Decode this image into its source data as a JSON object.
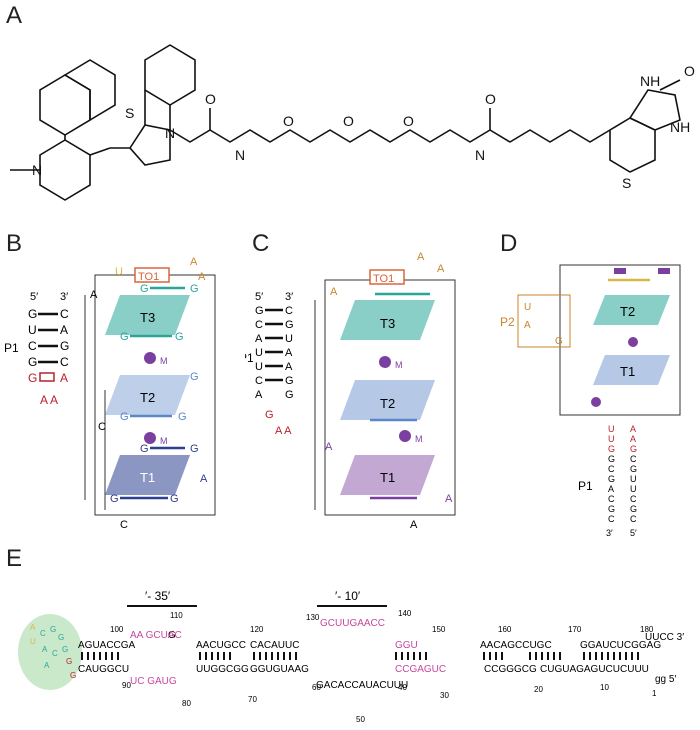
{
  "panels": {
    "a": {
      "label": "A"
    },
    "b": {
      "label": "B",
      "p1": "P1",
      "five": "5′",
      "three": "3′",
      "left": [
        "G",
        "U",
        "C",
        "G",
        "G"
      ],
      "right": [
        "C",
        "A",
        "G",
        "C",
        "A"
      ],
      "tiers": [
        "T3",
        "T2",
        "T1"
      ],
      "ions": [
        "M",
        "M"
      ],
      "to1": "TO1",
      "letters": {
        "u15": "U",
        "a20": "A",
        "a25": "A",
        "a11": "A",
        "c17": "C",
        "a7": "A A",
        "a22": "A",
        "c12": "C",
        "g10": "G",
        "g26": "G",
        "g16": "G",
        "g21": "G",
        "g14": "G",
        "g19": "G",
        "g24": "G",
        "g9": "G",
        "g23": "G",
        "g13": "G",
        "g18": "G"
      }
    },
    "c": {
      "label": "C",
      "p1": "P1",
      "five": "5′",
      "three": "3′",
      "left": [
        "G",
        "C",
        "A",
        "U",
        "U",
        "C",
        "A"
      ],
      "right": [
        "C",
        "G",
        "U",
        "A",
        "A",
        "G",
        "G"
      ],
      "tiers": [
        "T3",
        "T2",
        "T1"
      ],
      "ions": [
        "M",
        "M"
      ],
      "to1": "TO1",
      "letters": {
        "a17": "A",
        "a23": "A",
        "a28": "A",
        "g7": "G",
        "a9": "A A",
        "a14": "A",
        "a25": "A",
        "abottom": "A"
      }
    },
    "d": {
      "label": "D",
      "p2": "P2",
      "p1": "P1",
      "tiers": [
        "T2",
        "T1"
      ],
      "stem_left": [
        "U",
        "U",
        "G",
        "G",
        "C",
        "G",
        "A",
        "C",
        "G",
        "C"
      ],
      "stem_right": [
        "A",
        "A",
        "G",
        "C",
        "G",
        "U",
        "U",
        "C",
        "G",
        "C"
      ],
      "five": "5′",
      "three": "3′",
      "letters": {
        "u": "U",
        "a": "A",
        "g": "G"
      }
    },
    "e": {
      "label": "E",
      "bar35": "′- 35′",
      "bar10": "′- 10′",
      "nums": [
        "100",
        "110",
        "90",
        "80",
        "120",
        "130",
        "140",
        "70",
        "60",
        "50",
        "150",
        "160",
        "170",
        "180",
        "40",
        "30",
        "20",
        "10",
        "1"
      ],
      "top_seq": [
        "AGUACCGA",
        "G",
        "AACUGCC",
        "CACAUUC",
        "GGU",
        "AACAGCCUGC",
        "GGAUCUCGGAG",
        "UUCC 3′"
      ],
      "bot_seq": [
        "CAUGGCU",
        "UUGGCGG",
        "GGUGUAAG",
        "CCGAGUC",
        "CCGGGCG",
        "CUGUAGAGUCUCUUU",
        "gg 5′"
      ],
      "loop_top": "GCUUGAACC",
      "loop_bot": "GACACCAUACUUU",
      "pink_top": "AA GCUAC",
      "pink_bot": "UC GAUG",
      "ellipse_letters": [
        "A",
        "U",
        "C",
        "G",
        "G",
        "A",
        "C",
        "G",
        "A",
        "G",
        "G"
      ]
    }
  },
  "colors": {
    "teal": "#2aa59a",
    "blue": "#5b86c8",
    "navy": "#2d3f8f",
    "purple": "#7b3fa0",
    "orange": "#c9852a",
    "red": "#b8212b",
    "pink": "#c6489c",
    "yellow": "#d9b84a",
    "green": "#bde3bd"
  }
}
